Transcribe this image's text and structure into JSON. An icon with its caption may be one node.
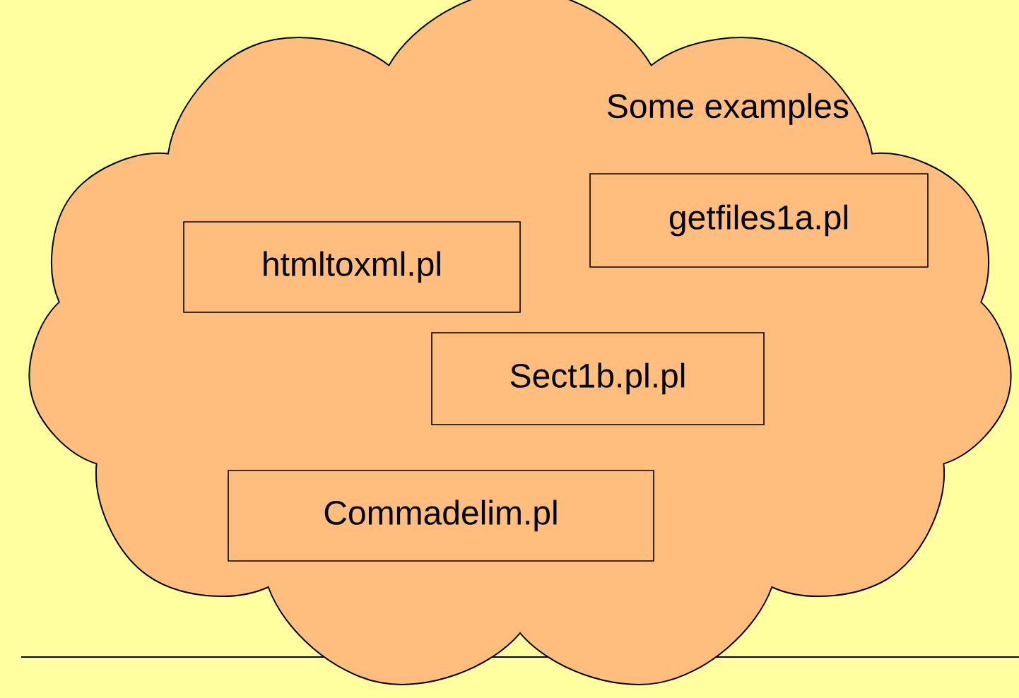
{
  "diagram": {
    "nodes": [
      {
        "text": [
          "Some examples"
        ]
      },
      {
        "text": [
          "htmltoxml.pl"
        ],
        "in": 0
      },
      {
        "text": [
          "getfiles1a.pl"
        ],
        "in": 0
      },
      {
        "text": [
          "Sect1b.pl.pl"
        ],
        "in": 0
      },
      {
        "text": [
          "Commadelim.pl"
        ],
        "in": 0
      }
    ]
  }
}
